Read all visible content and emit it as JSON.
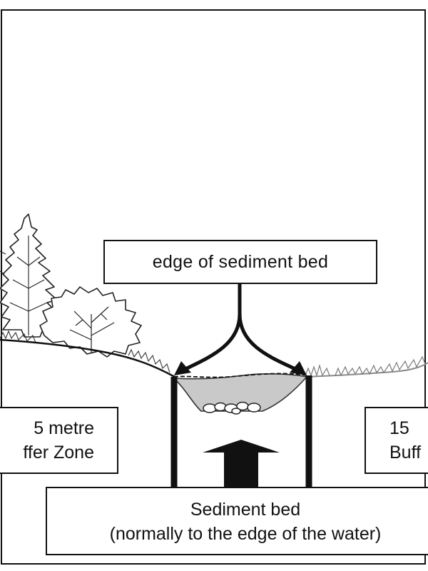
{
  "labels": {
    "edge_of_sediment_bed": "edge of sediment bed",
    "left_buffer_line1": "5 metre",
    "left_buffer_line2": "ffer Zone",
    "right_buffer_line1": "15",
    "right_buffer_line2": "Buff",
    "sediment_bed_line1": "Sediment bed",
    "sediment_bed_line2": "(normally to the edge of the water)"
  },
  "colors": {
    "ink": "#111111",
    "water": "#c9c9c9",
    "background": "#ffffff"
  }
}
